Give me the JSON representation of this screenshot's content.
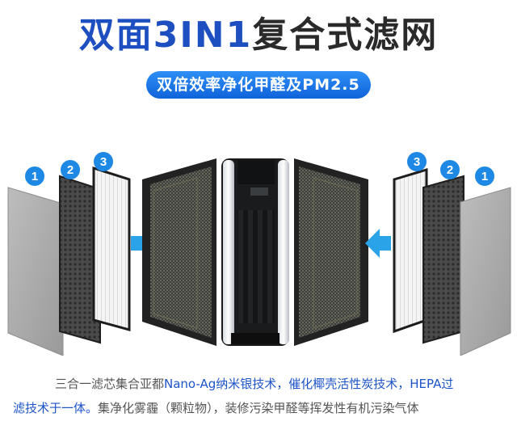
{
  "title": {
    "part1": "双面3IN1",
    "part2": "复合式滤网"
  },
  "subtitle": "双倍效率净化甲醛及PM2.5",
  "filter_layers": {
    "left": [
      "1",
      "2",
      "3"
    ],
    "right": [
      "3",
      "2",
      "1"
    ]
  },
  "description": {
    "line1_part1": "三合一滤芯集合亚都",
    "line1_part2": "Nano-Ag纳米银技术，催化椰壳活性炭技术，HEPA过",
    "line2_part1": "滤技术于一体。",
    "line2_part2": "集净化雾霾（颗粒物），装修污染甲醛等挥发性有机污染气体"
  },
  "colors": {
    "title_blue": "#1d4fc1",
    "accent_blue": "#1a7ee8",
    "badge_blue": "#1e88e5",
    "text_gray": "#555555"
  },
  "icons": {
    "arrows": "arrow-right, arrow-left",
    "badges": "numbered-circle-badge"
  }
}
